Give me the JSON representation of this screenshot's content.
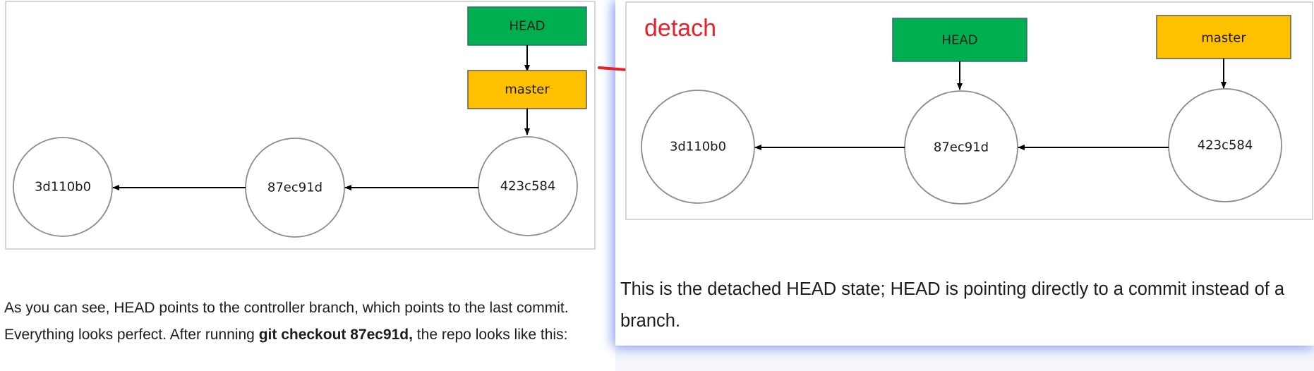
{
  "colors": {
    "head_box": "#00b050",
    "master_box": "#ffc000",
    "detach_annotation": "#e8202a",
    "commit_outline": "#8c8c8c",
    "edge": "#000000"
  },
  "diagram_before": {
    "head_label": "HEAD",
    "master_label": "master",
    "commits": [
      "3d110b0",
      "87ec91d",
      "423c584"
    ]
  },
  "diagram_after": {
    "annotation": "detach",
    "head_label": "HEAD",
    "master_label": "master",
    "commits": [
      "3d110b0",
      "87ec91d",
      "423c584"
    ]
  },
  "caption_left": {
    "text_1": "As you can see, HEAD points to the controller branch, which points to the last commit. Everything looks perfect. After running ",
    "command": "git checkout 87ec91d,",
    "text_2": " the repo looks like this:"
  },
  "caption_right": {
    "text": "This is the detached HEAD state; HEAD is pointing directly to a commit instead of a branch."
  }
}
